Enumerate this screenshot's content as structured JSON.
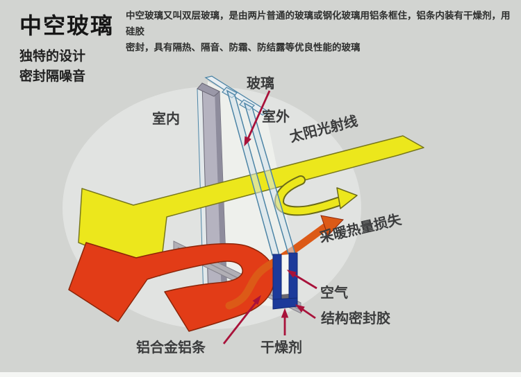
{
  "page": {
    "background": "#d2d4d1"
  },
  "header": {
    "title": "中空玻璃",
    "slogan_lines": [
      "独特的设计",
      "密封隔噪音"
    ],
    "description_lines": [
      "中空玻璃又叫双层玻璃，是由两片普通的玻璃或钢化玻璃用铝条框住，铝条内装有干燥剂，用硅胶",
      "密封，具有隔热、隔音、防霜、防结露等优良性能的玻璃"
    ]
  },
  "diagram": {
    "labels": {
      "glass": "玻璃",
      "indoor": "室内",
      "outdoor": "室外",
      "solar_radiation": "太阳光射线",
      "heating_heat_loss": "采暖热量损失",
      "air": "空气",
      "structural_sealant": "结构密封胶",
      "aluminum_spacer": "铝合金铝条",
      "desiccant": "干燥剂"
    },
    "colors": {
      "background": "#d2d4d1",
      "solar_yellow": "#ece71c",
      "heat_red": "#e23c17",
      "heat_orange": "#dc5a17",
      "spacer_navy": "#1c3a9a",
      "pointer_crimson": "#a8123a",
      "glass_outline_blue": "#4d85a6",
      "frame_gray": "#b5b3c0",
      "inner_white": "#eef0ec"
    }
  }
}
